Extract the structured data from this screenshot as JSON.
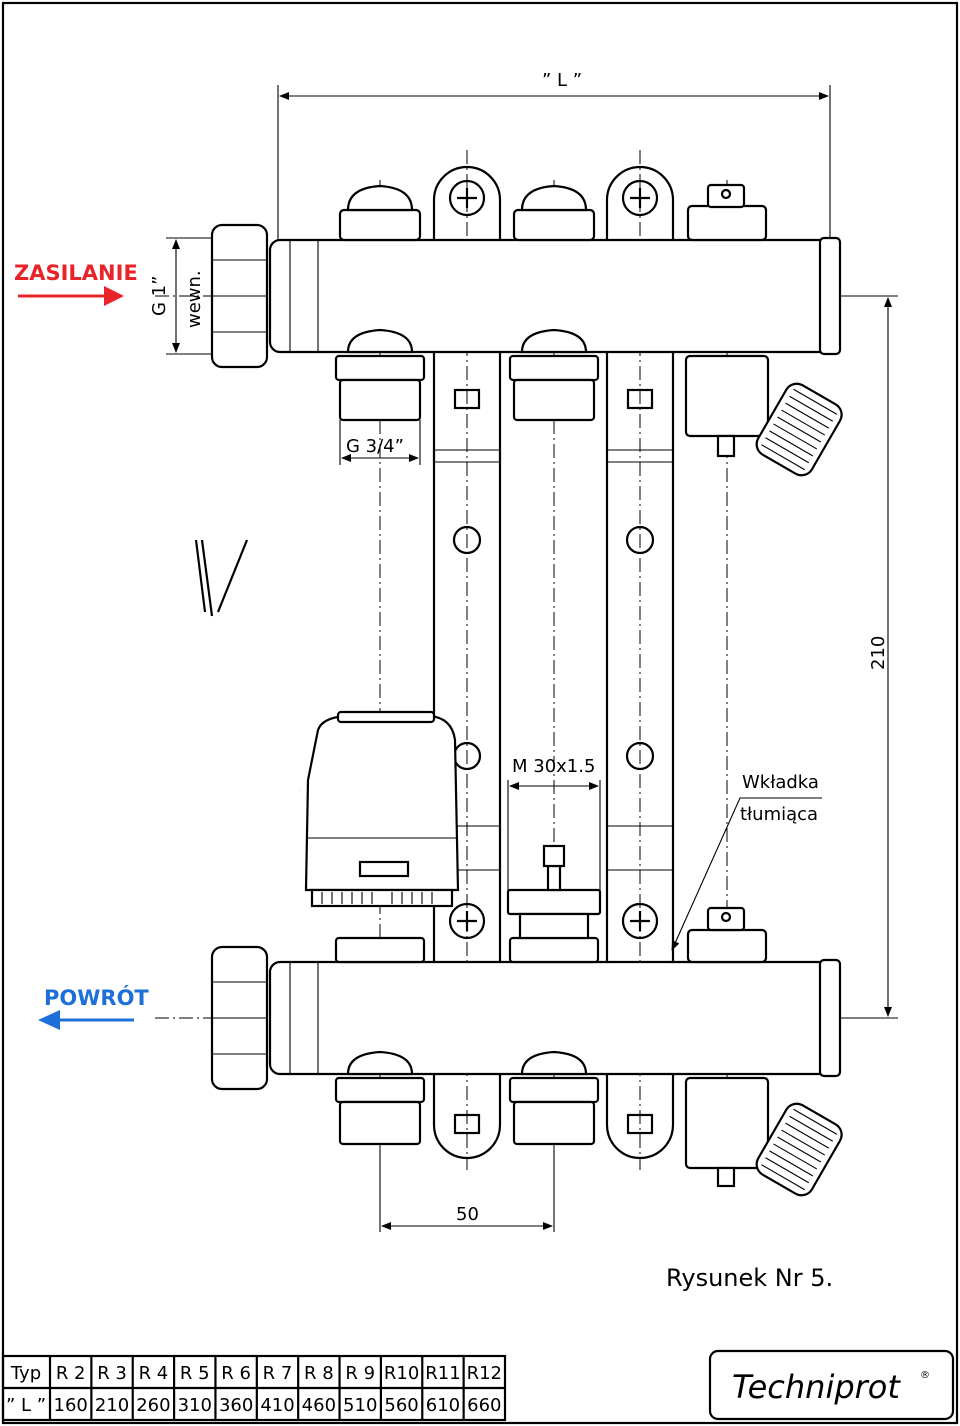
{
  "labels": {
    "supply": "ZASILANIE",
    "return": "POWRÓT",
    "thread_g1": "G 1”",
    "thread_g1_note": "wewn.",
    "thread_g34": "G 3/4”",
    "dim_length": "” L ”",
    "dim_height": "210",
    "dim_spacing": "50",
    "thread_m30": "M 30x1.5",
    "insert_line1": "Wkładka",
    "insert_line2": "tłumiąca",
    "figure_caption": "Rysunek Nr 5.",
    "brand": "Techniprot",
    "registered": "®"
  },
  "colors": {
    "supply": "#e8242a",
    "return": "#1f6fd8",
    "line": "#000000"
  },
  "table": {
    "row_headers": [
      "Typ",
      "” L ”"
    ],
    "types": [
      "R 2",
      "R 3",
      "R 4",
      "R 5",
      "R 6",
      "R 7",
      "R 8",
      "R 9",
      "R10",
      "R11",
      "R12"
    ],
    "lengths": [
      "160",
      "210",
      "260",
      "310",
      "360",
      "410",
      "460",
      "510",
      "560",
      "610",
      "660"
    ]
  }
}
